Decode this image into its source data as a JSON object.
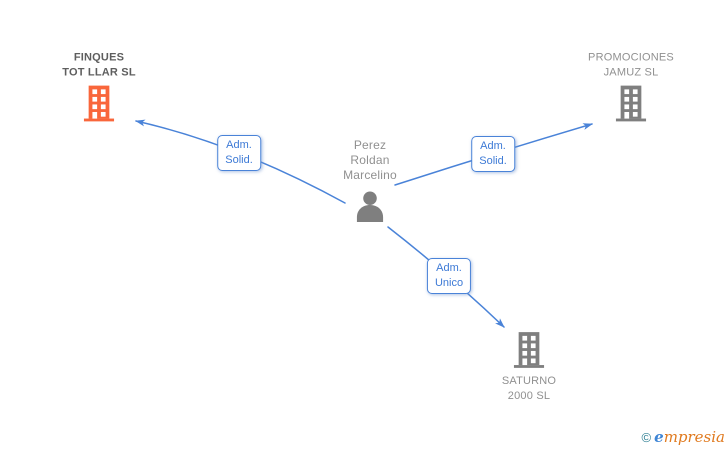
{
  "nodes": {
    "person": {
      "line1": "Perez",
      "line2": "Roldan",
      "line3": "Marcelino"
    },
    "finques": {
      "line1": "FINQUES",
      "line2": "TOT LLAR SL"
    },
    "promociones": {
      "line1": "PROMOCIONES",
      "line2": "JAMUZ SL"
    },
    "saturno": {
      "line1": "SATURNO",
      "line2": "2000 SL"
    }
  },
  "edge_labels": {
    "left": {
      "line1": "Adm.",
      "line2": "Solid."
    },
    "right": {
      "line1": "Adm.",
      "line2": "Solid."
    },
    "down": {
      "line1": "Adm.",
      "line2": "Unico"
    }
  },
  "footer": {
    "copyright_symbol": "©",
    "brand_initial": "e",
    "brand_rest": "mpresia"
  },
  "colors": {
    "edge-blue": "#4a83d8",
    "label-blue": "#3d7ad6",
    "title-dark": "#5e5e5e",
    "company-gray": "#909090",
    "icon-gray": "#7f7f7f",
    "highlight-orange": "#f9663b",
    "logo-teal": "#2e7f93",
    "logo-blue": "#3f86d6",
    "logo-orange": "#e07a1f"
  }
}
